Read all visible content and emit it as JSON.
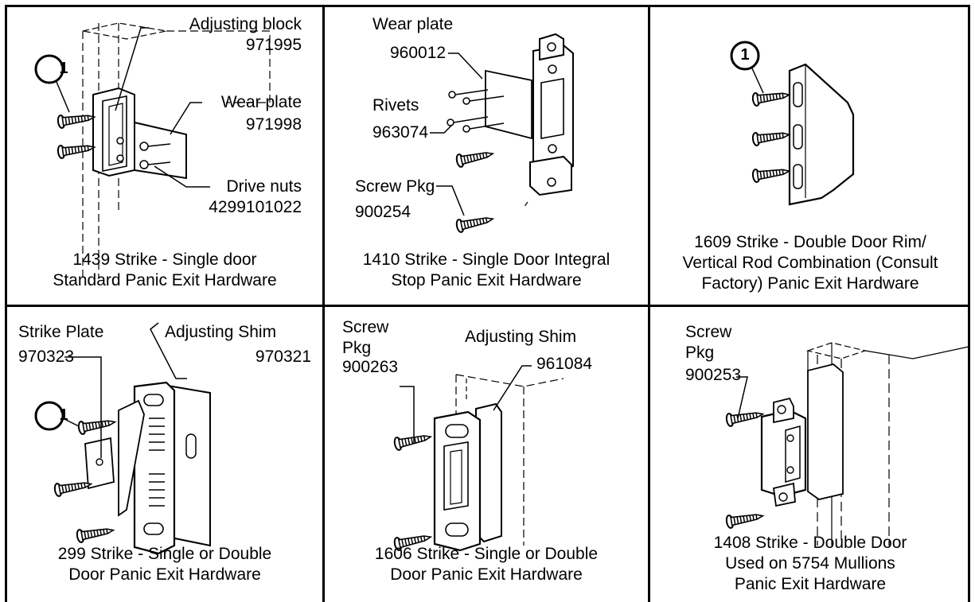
{
  "callout_number": "1",
  "panels": [
    {
      "labels": {
        "adjusting_block": "Adjusting block",
        "adjusting_block_pn": "971995",
        "wear_plate": "Wear plate",
        "wear_plate_pn": "971998",
        "drive_nuts": "Drive nuts",
        "drive_nuts_pn": "4299101022"
      },
      "caption": [
        "1439 Strike - Single door",
        "Standard Panic Exit Hardware"
      ]
    },
    {
      "labels": {
        "wear_plate": "Wear plate",
        "wear_plate_pn": "960012",
        "rivets": "Rivets",
        "rivets_pn": "963074",
        "screw_pkg": "Screw Pkg",
        "screw_pkg_pn": "900254"
      },
      "caption": [
        "1410 Strike - Single Door Integral",
        "Stop Panic Exit Hardware"
      ]
    },
    {
      "labels": {},
      "caption": [
        "1609 Strike - Double Door Rim/",
        "Vertical Rod Combination (Consult",
        "Factory) Panic Exit Hardware"
      ]
    },
    {
      "labels": {
        "strike_plate": "Strike Plate",
        "strike_plate_pn": "970323",
        "adjusting_shim": "Adjusting Shim",
        "adjusting_shim_pn": "970321"
      },
      "caption": [
        "299 Strike - Single or Double",
        "Door Panic Exit Hardware"
      ]
    },
    {
      "labels": {
        "screw": "Screw",
        "pkg": "Pkg",
        "screw_pkg_pn": "900263",
        "adjusting_shim": "Adjusting Shim",
        "adjusting_shim_pn": "961084"
      },
      "caption": [
        "1606 Strike - Single or Double",
        "Door Panic Exit Hardware"
      ]
    },
    {
      "labels": {
        "screw": "Screw",
        "pkg": "Pkg",
        "screw_pkg_pn": "900253"
      },
      "caption": [
        "1408 Strike - Double Door",
        "Used on 5754 Mullions",
        "Panic Exit Hardware"
      ]
    }
  ]
}
